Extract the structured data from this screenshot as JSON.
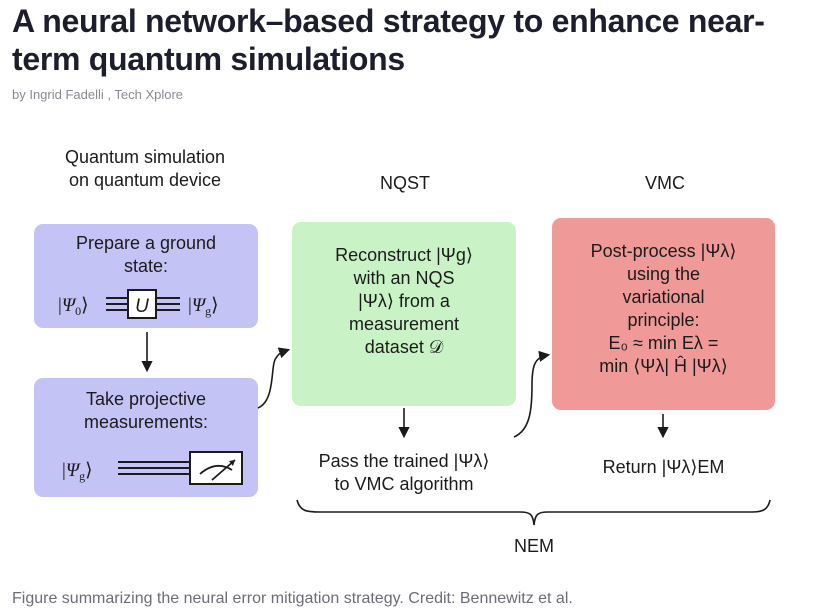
{
  "article": {
    "headline": "A neural network–based strategy to enhance near-term quantum simulations",
    "byline": "by Ingrid Fadelli , Tech Xplore",
    "caption": "Figure summarizing the neural error mitigation strategy. Credit: Bennewitz et al."
  },
  "figure": {
    "columns": {
      "quantum": "Quantum simulation on quantum device",
      "nqst": "NQST",
      "vmc": "VMC"
    },
    "boxes": {
      "prepare": {
        "title": "Prepare a ground state:",
        "input_state": "|Ψ₀⟩",
        "gate": "U",
        "output_state": "|Ψg⟩"
      },
      "measure": {
        "title": "Take projective measurements:",
        "state": "|Ψg⟩",
        "meter_icon": "measurement-meter-icon"
      },
      "reconstruct": {
        "line1": "Reconstruct |Ψg⟩",
        "line2": "with an NQS",
        "line3": "|Ψλ⟩ from a",
        "line4": "measurement",
        "line5": "dataset 𝒟"
      },
      "postprocess": {
        "line1": "Post-process |Ψλ⟩",
        "line2": "using the",
        "line3": "variational",
        "line4": "principle:",
        "line5": "E₀ ≈ min Eλ =",
        "line6": "min ⟨Ψλ| Ĥ |Ψλ⟩"
      }
    },
    "outputs": {
      "pass_line1": "Pass the trained |Ψλ⟩",
      "pass_line2": "to VMC algorithm",
      "return_label": "Return |Ψλ⟩EM"
    },
    "brace_label": "NEM",
    "colors": {
      "blue_box": "#c3c3f5",
      "green_box": "#c9f3c6",
      "red_box": "#ef9a98"
    }
  }
}
